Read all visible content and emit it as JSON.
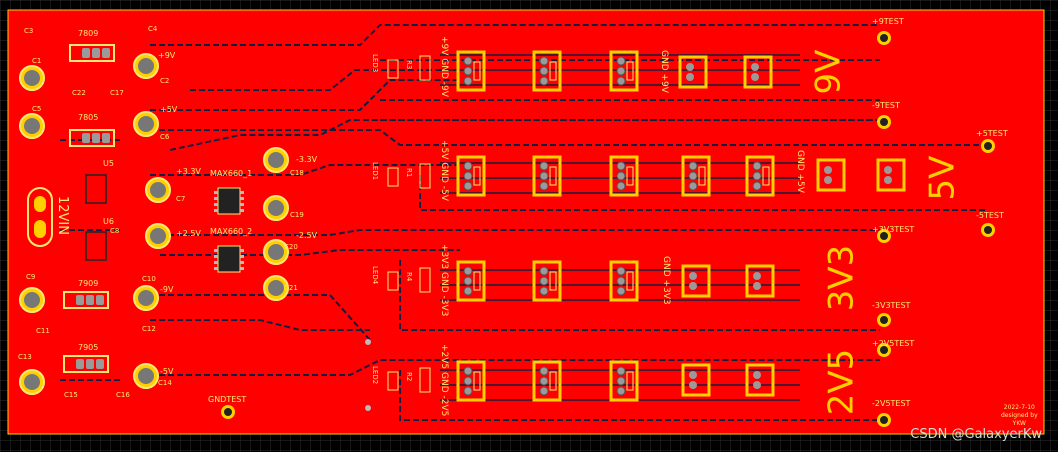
{
  "board": {
    "rail_labels": [
      "9V",
      "5V",
      "3V3",
      "2V5"
    ],
    "input_label": "12VIN",
    "gnd_test": "GNDTEST"
  },
  "regulators": [
    "7809",
    "7805",
    "7909",
    "7905"
  ],
  "converters": [
    "MAX660_1",
    "MAX660_2"
  ],
  "caps": [
    "C3",
    "C4",
    "C1",
    "C2",
    "C5",
    "C6",
    "C7",
    "C8",
    "C9",
    "C10",
    "C11",
    "C12",
    "C13",
    "C14",
    "C15",
    "C16",
    "C17",
    "C18",
    "C19",
    "C20",
    "C21",
    "C22"
  ],
  "net_labels": [
    "+9V",
    "+5V",
    "+3.3V",
    "+2.5V",
    "-3.3V",
    "-2.5V",
    "-9V",
    "-5V"
  ],
  "test_points": [
    "+9TEST",
    "-9TEST",
    "+5TEST",
    "-5TEST",
    "+3V3TEST",
    "-3V3TEST",
    "+2V5TEST",
    "-2V5TEST"
  ],
  "strip_labels": [
    "+9V  GND  -9V",
    "+5V  GND  -5V",
    "+3V3  GND  -3V3",
    "+2V5  GND  -2V5"
  ],
  "right_strip_labels": [
    "GND  +9V",
    "GND  +5V",
    "GND  +3V3"
  ],
  "leds": [
    "LED3",
    "LED1",
    "LED4",
    "LED2"
  ],
  "resistors": [
    "R3",
    "R1",
    "R4",
    "R2"
  ],
  "u_labels": [
    "U5",
    "U6"
  ],
  "date_lines": [
    "2022-7-10",
    "designed by",
    "YKW"
  ],
  "watermark": "CSDN @GalaxyerKw"
}
